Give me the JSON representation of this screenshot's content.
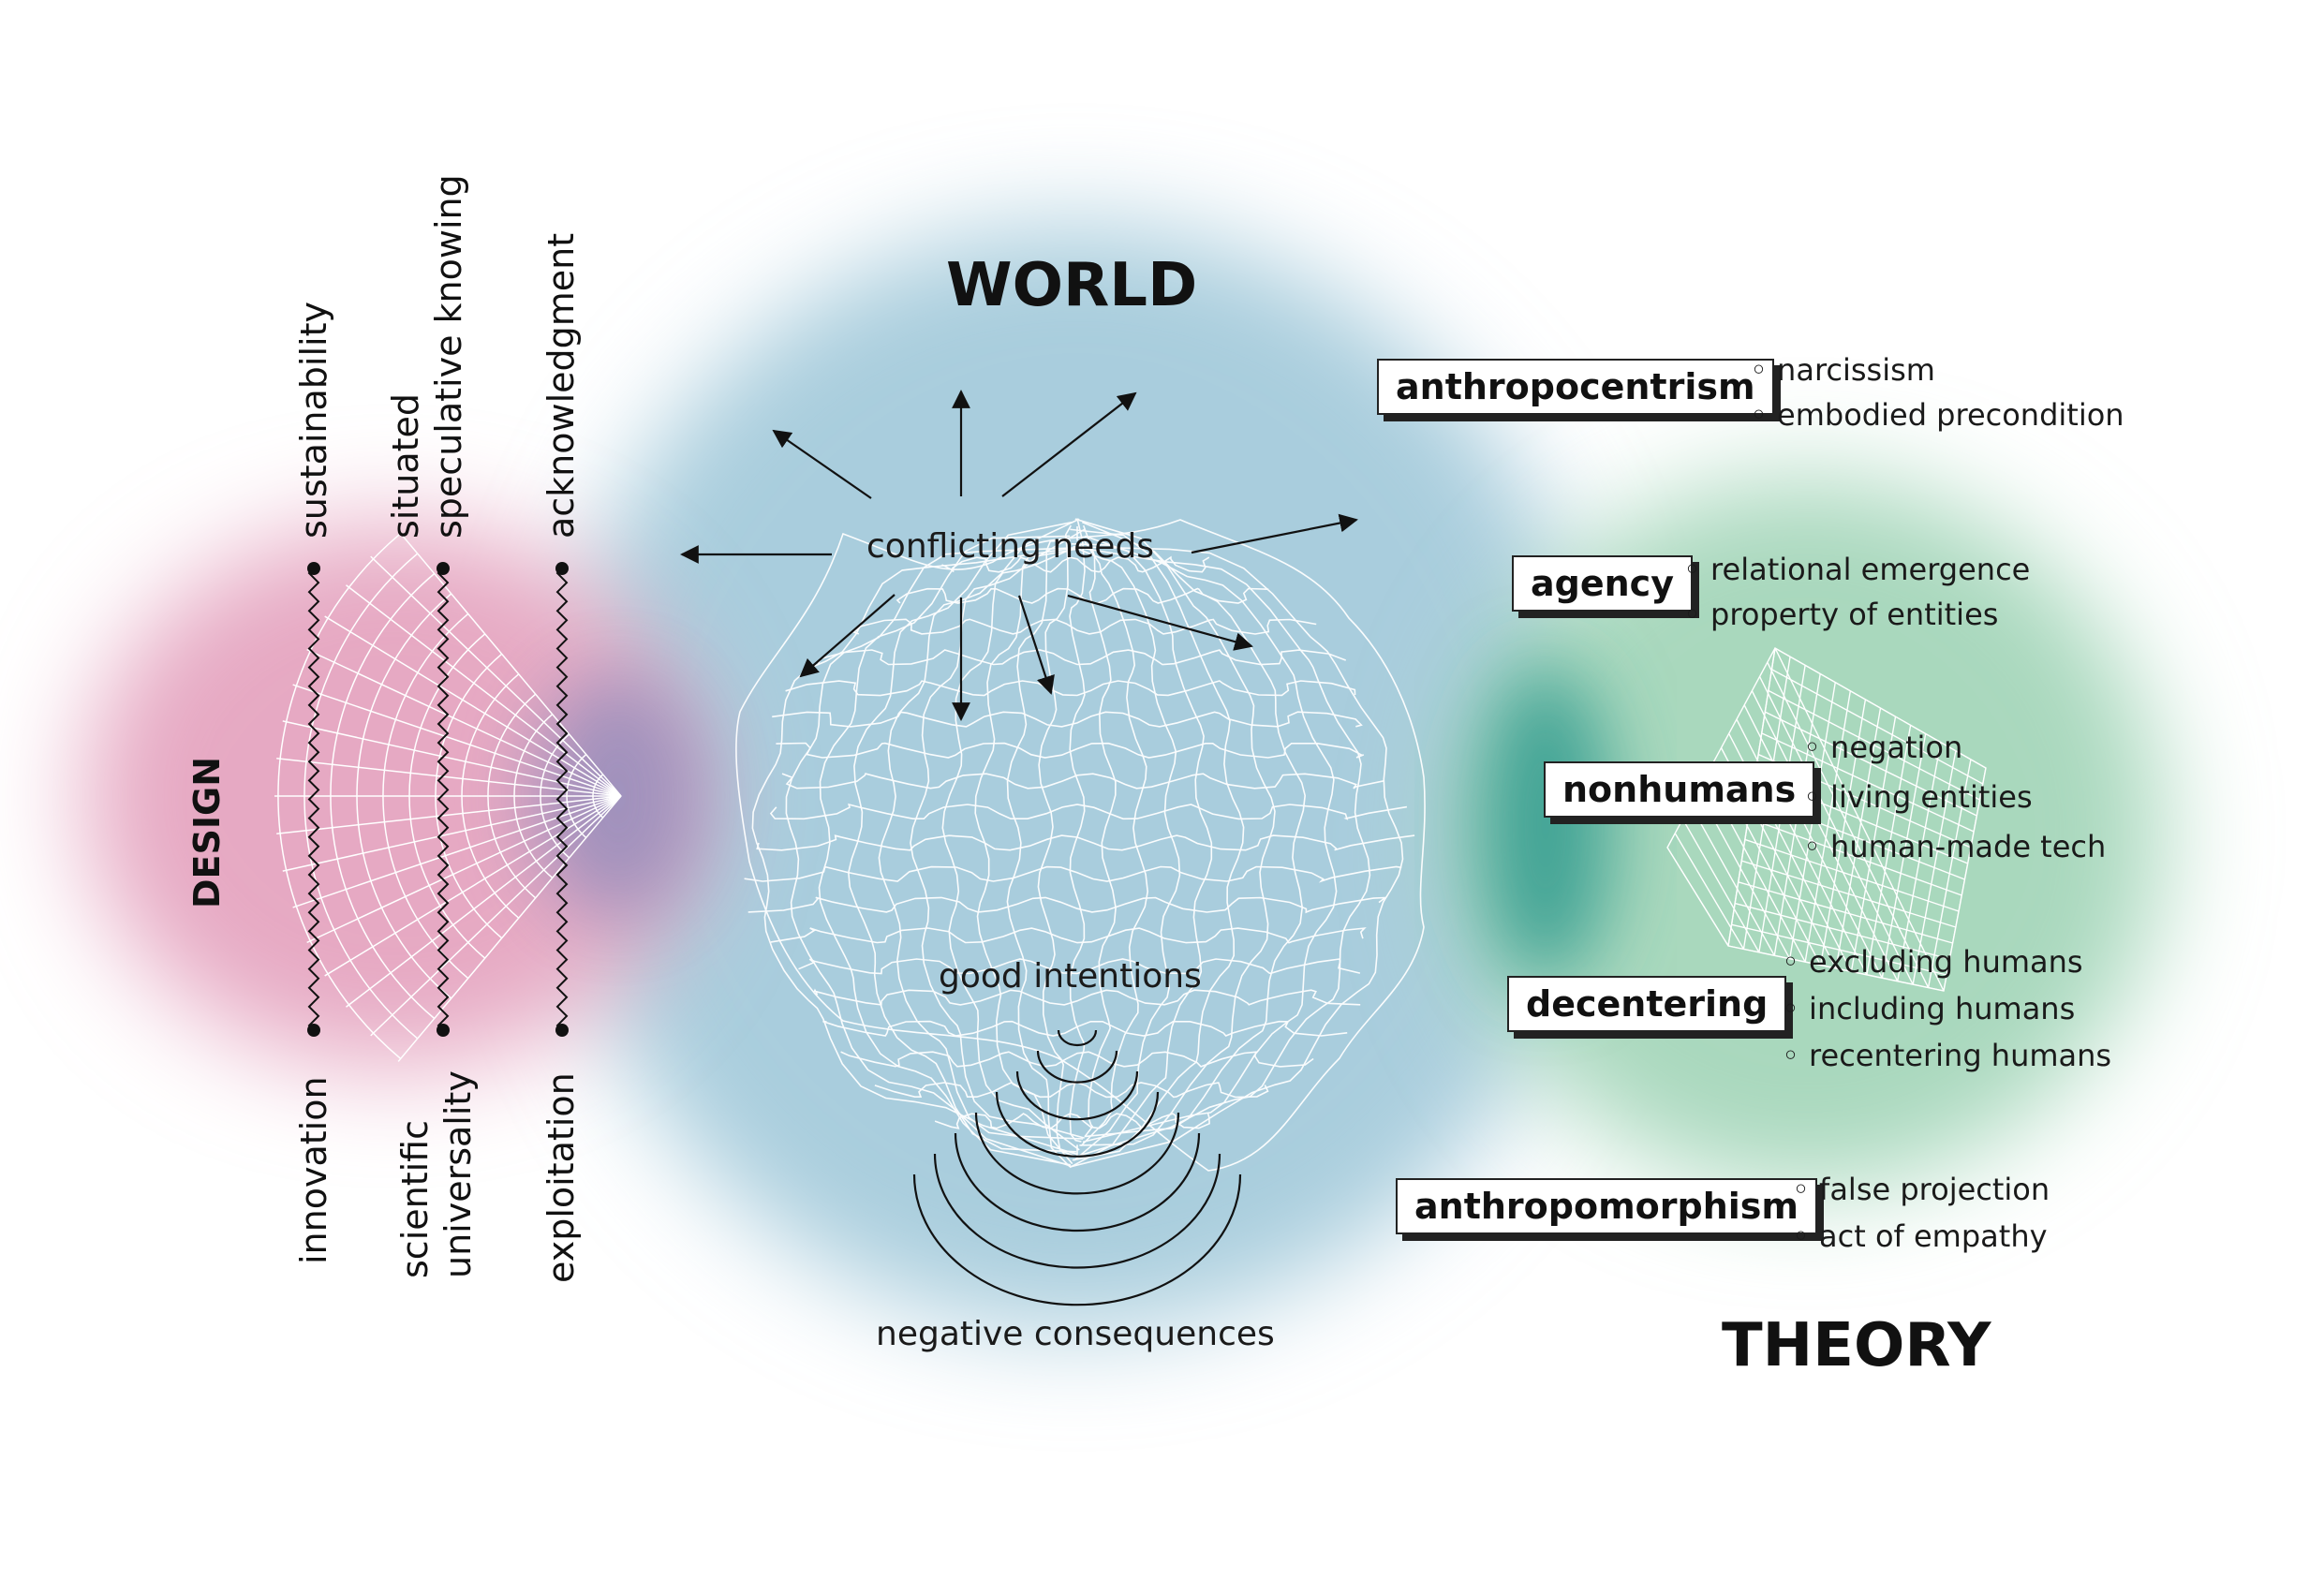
{
  "headings": {
    "world": "WORLD",
    "design": "DESIGN",
    "theory": "THEORY"
  },
  "world": {
    "center_label": "conflicting needs",
    "middle_label": "good intentions",
    "bottom_label": "negative consequences"
  },
  "design": {
    "axes": [
      {
        "top": "sustainability",
        "bottom": "innovation"
      },
      {
        "top": "situated\nspeculative knowing",
        "bottom": "scientific\nuniversality"
      },
      {
        "top": "acknowledgment",
        "bottom": "exploitation"
      }
    ]
  },
  "theory": {
    "concepts": [
      {
        "term": "anthropocentrism",
        "points": [
          "narcissism",
          "embodied precondition"
        ]
      },
      {
        "term": "agency",
        "points": [
          "relational emergence",
          "property of entities"
        ]
      },
      {
        "term": "nonhumans",
        "points": [
          "negation",
          "living entities",
          "human-made tech"
        ]
      },
      {
        "term": "decentering",
        "points": [
          "excluding humans",
          "including humans",
          "recentering humans"
        ]
      },
      {
        "term": "anthropomorphism",
        "points": [
          "false projection",
          "act of empathy"
        ]
      }
    ]
  },
  "colors": {
    "world_blob": "#a9cddd",
    "design_blob": "#e6a9c3",
    "design_core": "#9a8fbc",
    "theory_blob": "#a9d8bd",
    "theory_core": "#3fa394",
    "mesh": "#ffffff",
    "ink": "#111111"
  }
}
